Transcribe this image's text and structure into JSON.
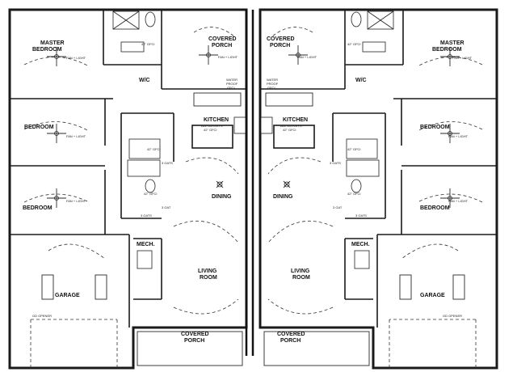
{
  "plan": {
    "left": {
      "master_bedroom_1": "MASTER",
      "master_bedroom_2": "BEDROOM",
      "covered_porch_top_1": "COVERED",
      "covered_porch_top_2": "PORCH",
      "wic": "W/C",
      "bedroom_upper": "BEDROOM",
      "bedroom_lower": "BEDROOM",
      "kitchen": "KITCHEN",
      "kitchen_note_1": "ALL OUTLETS",
      "kitchen_note_2": "42\" GFCI",
      "dining": "DINING",
      "mech": "MECH.",
      "living_1": "LIVING",
      "living_2": "ROOM",
      "garage": "GARAGE",
      "covered_porch_bottom_1": "COVERED",
      "covered_porch_bottom_2": "PORCH",
      "fan_light_1": "FAN + LIGHT",
      "fan_light_2": "FAN + LIGHT",
      "fan_light_3": "FAN + LIGHT",
      "fan_light_4": "FAN + LIGHT",
      "gfci_1": "42\" GFCI",
      "gfci_2": "42\" GFCI",
      "gfci_3": "42\" GFCI",
      "weatherproof_1": "WATER",
      "weatherproof_2": "PROOF",
      "weatherproof_3": "GFCI",
      "gdo": "GD OPENER",
      "gats_1": "3 GATS",
      "gats_2": "3 GATS",
      "gats_3": "3 GAT"
    },
    "right": {
      "master_bedroom_1": "MASTER",
      "master_bedroom_2": "BEDROOM",
      "covered_porch_top_1": "COVERED",
      "covered_porch_top_2": "PORCH",
      "wic": "W/C",
      "bedroom_upper": "BEDROOM",
      "bedroom_lower": "BEDROOM",
      "kitchen": "KITCHEN",
      "kitchen_note_1": "ALL OUTLETS",
      "kitchen_note_2": "42\" GFCI",
      "dining": "DINING",
      "mech": "MECH.",
      "living_1": "LIVING",
      "living_2": "ROOM",
      "garage": "GARAGE",
      "covered_porch_bottom_1": "COVERED",
      "covered_porch_bottom_2": "PORCH",
      "fan_light_1": "FAN + LIGHT",
      "fan_light_2": "FAN + LIGHT",
      "fan_light_3": "FAN + LIGHT",
      "fan_light_4": "FAN + LIGHT",
      "gfci_1": "42\" GFCI",
      "gfci_2": "42\" GFCI",
      "gfci_3": "42\" GFCI",
      "weatherproof_1": "WATER",
      "weatherproof_2": "PROOF",
      "weatherproof_3": "GFCI",
      "gdo": "GD OPENER",
      "gats_1": "3 GATS",
      "gats_2": "3 GATS",
      "gats_3": "3 GAT"
    }
  }
}
